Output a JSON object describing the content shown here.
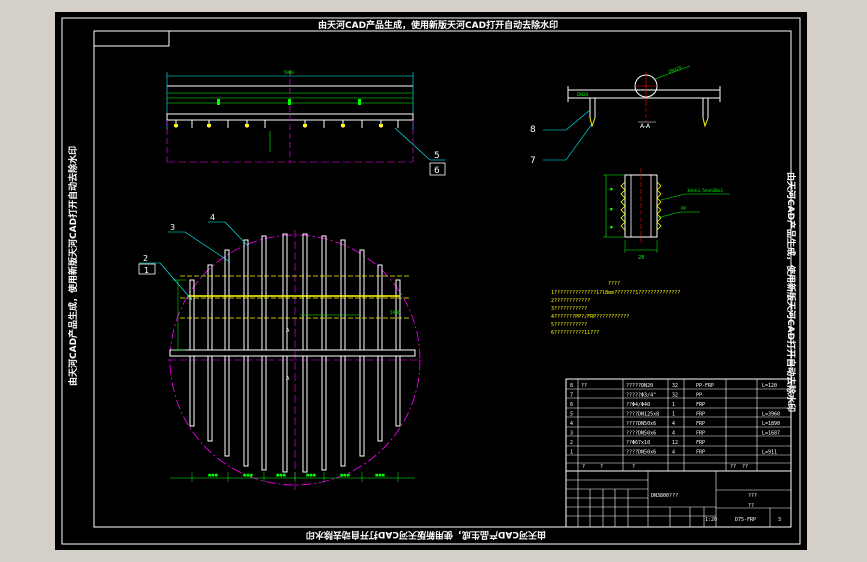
{
  "watermark": "由天河CAD产品生成，使用新版天河CAD打开自动去除水印",
  "dimension_labels": {
    "top_length": "5900",
    "section_label": "A-A",
    "pipe_dim_bottom": "28",
    "pipe_ann_1": "3mm3, 5mm38x3",
    "pipe_ann_2": "PP",
    "main_dim": "5900"
  },
  "callouts": [
    "1",
    "2",
    "3",
    "4",
    "5",
    "6",
    "7",
    "8"
  ],
  "notes": {
    "heading": "????",
    "lines": [
      "1??????????????1?l8mm???????1??????????????",
      "2????????????",
      "3???????????",
      "4???????PP?/FRP???????????",
      "5???????????",
      "6??????????11???"
    ]
  },
  "bom": {
    "rows": [
      {
        "no": "8",
        "code": "??",
        "name": "?????DN20",
        "qty": "32",
        "mat": "PP-FRP",
        "note": "L=120"
      },
      {
        "no": "7",
        "code": "",
        "name": "?????Φ3/4\"",
        "qty": "32",
        "mat": "PP",
        "note": ""
      },
      {
        "no": "6",
        "code": "",
        "name": "??Φ4/Φ40",
        "qty": "1",
        "mat": "FRP",
        "note": ""
      },
      {
        "no": "5",
        "code": "",
        "name": "????DN125x8",
        "qty": "1",
        "mat": "FRP",
        "note": "L=3960"
      },
      {
        "no": "4",
        "code": "",
        "name": "????DN50x6",
        "qty": "4",
        "mat": "FRP",
        "note": "L=1890"
      },
      {
        "no": "3",
        "code": "",
        "name": "????DN50x6",
        "qty": "4",
        "mat": "FRP",
        "note": "L=1687"
      },
      {
        "no": "2",
        "code": "",
        "name": "??Φ67x10",
        "qty": "12",
        "mat": "FRP",
        "note": ""
      },
      {
        "no": "1",
        "code": "",
        "name": "????DN50x6",
        "qty": "4",
        "mat": "FRP",
        "note": "L=911"
      }
    ],
    "footer": [
      "?",
      "?",
      "?",
      "??",
      "??"
    ]
  },
  "titleblock": {
    "drawing_no": "DN3800???",
    "title": "???",
    "sub": "??",
    "scale": "1:20",
    "code": "D75-FRP",
    "sheet": "3"
  }
}
